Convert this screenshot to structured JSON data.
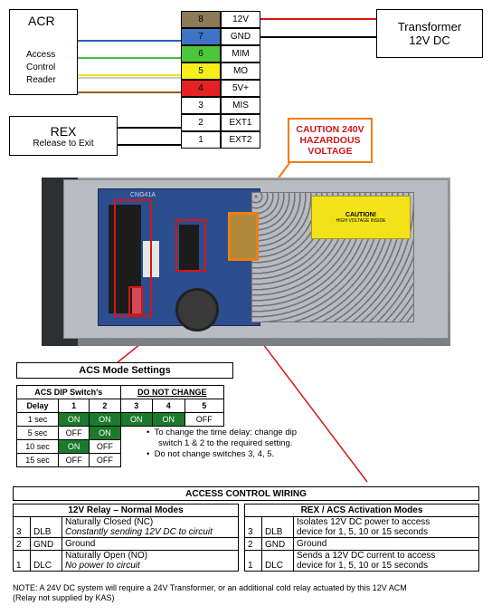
{
  "acr": {
    "title": "ACR",
    "line1": "Access",
    "line2": "Control",
    "line3": "Reader"
  },
  "rex": {
    "title": "REX",
    "subtitle": "Release to Exit"
  },
  "transformer": {
    "line1": "Transformer",
    "line2": "12V DC"
  },
  "terminals": [
    {
      "num": "8",
      "label": "12V",
      "color": "#8a7a55"
    },
    {
      "num": "7",
      "label": "GND",
      "color": "#3e74c4"
    },
    {
      "num": "6",
      "label": "MIM",
      "color": "#4ec63a"
    },
    {
      "num": "5",
      "label": "MO",
      "color": "#f6ee1b"
    },
    {
      "num": "4",
      "label": "5V+",
      "color": "#e32222"
    },
    {
      "num": "3",
      "label": "MIS",
      "color": "#ffffff"
    },
    {
      "num": "2",
      "label": "EXT1",
      "color": "#ffffff"
    },
    {
      "num": "1",
      "label": "EXT2",
      "color": "#ffffff"
    }
  ],
  "caution": {
    "line1": "CAUTION 240V",
    "line2": "HAZARDOUS",
    "line3": "VOLTAGE",
    "border": "#f07d16",
    "text_color": "#d41616"
  },
  "photo": {
    "sticker_title": "CAUTION!",
    "sticker_sub": "HIGH VOLTAGE INSIDE",
    "board_label": "CNG41A"
  },
  "acs_mode": {
    "title": "ACS Mode Settings",
    "header1": "ACS DIP Switch's",
    "header2": "DO NOT CHANGE",
    "cols": [
      "Delay",
      "1",
      "2",
      "3",
      "4",
      "5"
    ],
    "rows": [
      [
        "1 sec",
        "ON",
        "ON",
        "ON",
        "ON",
        "OFF"
      ],
      [
        "5 sec",
        "OFF",
        "ON",
        "",
        "",
        ""
      ],
      [
        "10 sec",
        "ON",
        "OFF",
        "",
        "",
        ""
      ],
      [
        "15 sec",
        "OFF",
        "OFF",
        "",
        "",
        ""
      ]
    ],
    "bullet1a": "To change the time delay: change dip",
    "bullet1b": "switch 1 & 2 to the required setting.",
    "bullet2": "Do not change switches 3, 4, 5."
  },
  "wiring": {
    "title": "ACCESS CONTROL WIRING",
    "relay_title": "12V Relay – Normal Modes",
    "rex_title": "REX / ACS Activation Modes",
    "relay_rows": [
      {
        "num": "3",
        "code": "DLB",
        "line1": "Naturally Closed (NC)",
        "line2": "Constantly sending 12V DC to circuit"
      },
      {
        "num": "2",
        "code": "GND",
        "line1": "Ground",
        "line2": ""
      },
      {
        "num": "1",
        "code": "DLC",
        "line1": "Naturally Open (NO)",
        "line2": "No power to circuit"
      }
    ],
    "rex_rows": [
      {
        "num": "3",
        "code": "DLB",
        "line1": "Isolates 12V DC power to access",
        "line2": "device for 1, 5, 10 or 15 seconds"
      },
      {
        "num": "2",
        "code": "GND",
        "line1": "Ground",
        "line2": ""
      },
      {
        "num": "1",
        "code": "DLC",
        "line1": "Sends a 12V DC current to access",
        "line2": "device for 1, 5, 10 or 15 seconds"
      }
    ]
  },
  "note": {
    "line1": "NOTE: A 24V DC system will require a 24V Transformer, or an additional cold relay actuated by this 12V ACM",
    "line2": "(Relay not supplied by KAS)"
  },
  "colors": {
    "on_green": "#1b7a2c",
    "red_frame": "#d41616",
    "orange": "#f07d16"
  }
}
